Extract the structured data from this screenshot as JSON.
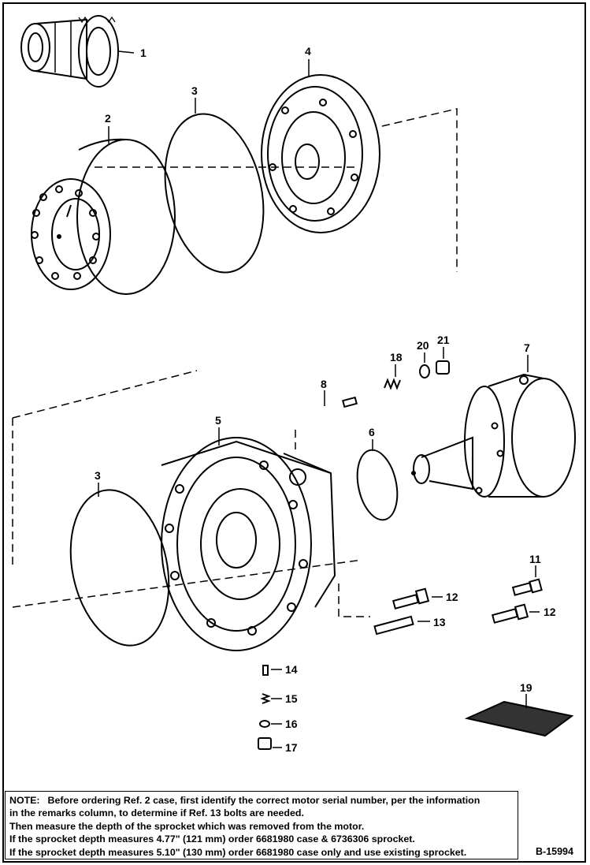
{
  "callouts": {
    "c1": "1",
    "c2": "2",
    "c3a": "3",
    "c3b": "3",
    "c4": "4",
    "c5": "5",
    "c6": "6",
    "c7": "7",
    "c8": "8",
    "c11": "11",
    "c12a": "12",
    "c12b": "12",
    "c13": "13",
    "c14": "14",
    "c15": "15",
    "c16": "16",
    "c17": "17",
    "c18": "18",
    "c19": "19",
    "c20": "20",
    "c21": "21"
  },
  "note": {
    "label": "NOTE:",
    "line1": "Before ordering Ref. 2 case, first identify the correct motor serial number, per the information",
    "line2": "in the remarks column, to determine if Ref. 13 bolts are needed.",
    "line3": "Then measure the depth of the sprocket which was removed from the motor.",
    "line4": "If the sprocket depth measures 4.77\" (121 mm) order 6681980 case & 6736306 sprocket.",
    "line5": "If the sprocket depth measures 5.10\" (130 mm) order 6681980 case only and use existing sprocket."
  },
  "figure_id": "B-15994"
}
